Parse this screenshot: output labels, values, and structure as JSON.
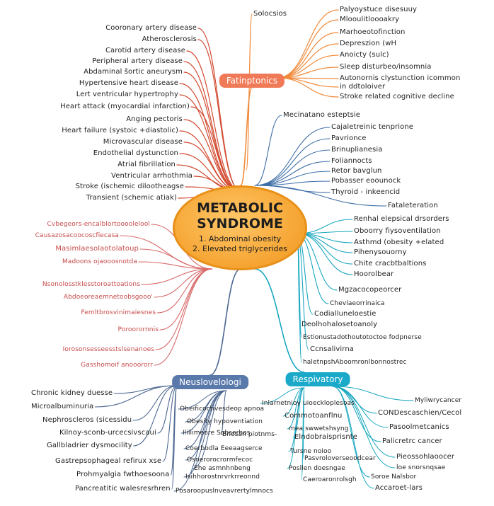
{
  "center": {
    "title_line1": "METABOLIC",
    "title_line2": "SYNDROME",
    "criteria_1": "1. Abdominal obesity",
    "criteria_2": "2. Elevated triglycerides"
  },
  "hubs": {
    "top": {
      "label": "Fatinptonics",
      "color": "#f07a57"
    },
    "left": {
      "label": "Neuslovelologi",
      "color": "#5a79ab"
    },
    "right": {
      "label": "Respivatory",
      "color": "#1aa9c9"
    }
  },
  "colors": {
    "red": "#d24a30",
    "orange": "#f08a3a",
    "blue": "#3f6fa8",
    "teal": "#19a7c0",
    "pink": "#d86a6a",
    "navy": "#4c6791"
  },
  "branches": {
    "cardio": [
      "Cooronary artery disease",
      "Atherosclerosis",
      "Carotid artery disease",
      "Peripheral artery disease",
      "Abdaminal šortic aneurysm",
      "Hypertensive heart disease",
      "Lert ventricular hypertrophy",
      "Heart attack (myocardial infarction)",
      "Anging pectoris",
      "Heart failure (systoic +diastolic)",
      "Microvascular disease",
      "Endothelial dystunction",
      "Atrial fibrillation",
      "Ventricular arrhothmia",
      "Stroke (ischemic dilootheagse",
      "Transient (schemic atiak)"
    ],
    "top_single": "Solocsios",
    "neuro": [
      "Palyoystuce disesuuy",
      "Mlooulitloooakry",
      "Marhoeotofinction",
      "Depreszion (wH",
      "Anoicty (sulc)",
      "Sleep disturbeo/insomnia",
      "Autonornis clystunction icommon",
      "in ddtoloiver",
      "Stroke related cognitive decline"
    ],
    "endocrine": [
      "Mecinatano esteptsie",
      "Cajaletreinic tenprione",
      "Pavrionce",
      "Brinuplianesia",
      "Foliannocts",
      "Retor bavglun",
      "Pobasser eoounock",
      "Thyroid - inkeencid",
      "Fataleteration"
    ],
    "respiratory_mid": [
      "Renhal elepsical drsorders",
      "Oboorry fiysoventilation",
      "Asthmd (obesity +elated",
      "Pihenysouorny",
      "Chite cracbtbaltions",
      "Hoorolbear",
      "Mgzacocopeorcer",
      "Chevlaeorrinaica",
      "Codialluneloestie",
      "Deolhohalosetoanoly",
      "Estionustadothoutotoctoe fodpnerse",
      "Ccnsalivirna",
      "haletnpshAboomronlbonnostrec"
    ],
    "pink_left": [
      "Cvbegeors-encalblortoooolelool",
      "Causazosacoocoscfiecasa",
      "Masimlaesolaotolatoup",
      "Madoons ojaooosnotda",
      "Nsonolosstklesstoroattoations",
      "Abdoeoreaemnetoobsgooo'",
      "Femltbrosvinimaiesnes",
      "Poroorornnis",
      "Iorosonsesseesstslsenanoes",
      "Gasshomoif anooororr"
    ],
    "renal_gi": [
      "Chronic kidney duesse",
      "Microalbuminuria",
      "Nephroscleros (sicessidu",
      "Kilnoy-sconb-urcecsivscaui",
      "Gallbladrier dysmocility",
      "Gastrepsophageal refirux xse",
      "Prohmyalgia fwthoesoona",
      "Pancreatitic walesresrhren"
    ],
    "sleep": [
      "Obeificoctivesdeop apnoa",
      "Obesity hypoventiation",
      "Iliilimeore Sobserhos",
      "Bnesan piotnms-",
      "Coerbodla Eeeaagserce",
      "Osnerorocrormfecoc",
      "Ehe asmnhnbeng",
      "Isihhorostnrvrkrreonnd",
      "Posaroopuslnveavrertylmnocs"
    ],
    "cancer_left": [
      "Inlarnetnioy uioeckloplesoas",
      "Commotoanflnu",
      "mea swwetshsyng",
      "Elndobraisprisnte",
      "Tursne noioo",
      "Pasvroloverseoodcear",
      "Posllen doesngae",
      "Caeroaronrolsgh"
    ],
    "cancer_right": [
      "Myliwrycancer",
      "CONDescaschien/Cecol",
      "Pasoolmetcanics",
      "Palicretrc cancer",
      "Pieossohlaoocer",
      "loe snorsnqsae",
      "Soroe Nalsbor",
      "Accaroet-lars"
    ]
  }
}
